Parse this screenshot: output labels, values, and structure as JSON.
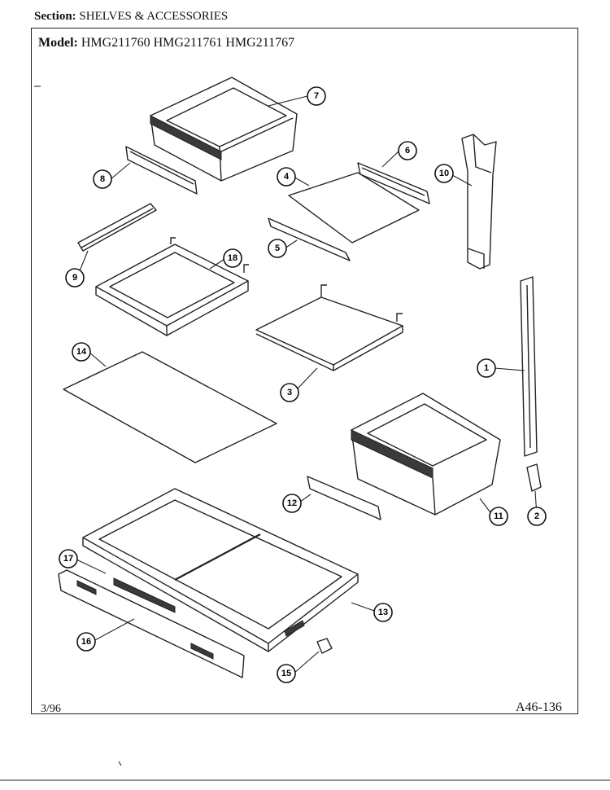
{
  "header": {
    "section_label": "Section:",
    "section_value": "SHELVES & ACCESSORIES",
    "model_label": "Model:",
    "models": [
      "HMG211760",
      "HMG211761",
      "HMG211767"
    ]
  },
  "footer": {
    "date": "3/96",
    "page_code": "A46-136"
  },
  "callouts": [
    "1",
    "2",
    "3",
    "4",
    "5",
    "6",
    "7",
    "8",
    "9",
    "10",
    "11",
    "12",
    "13",
    "14",
    "15",
    "16",
    "17",
    "18"
  ]
}
